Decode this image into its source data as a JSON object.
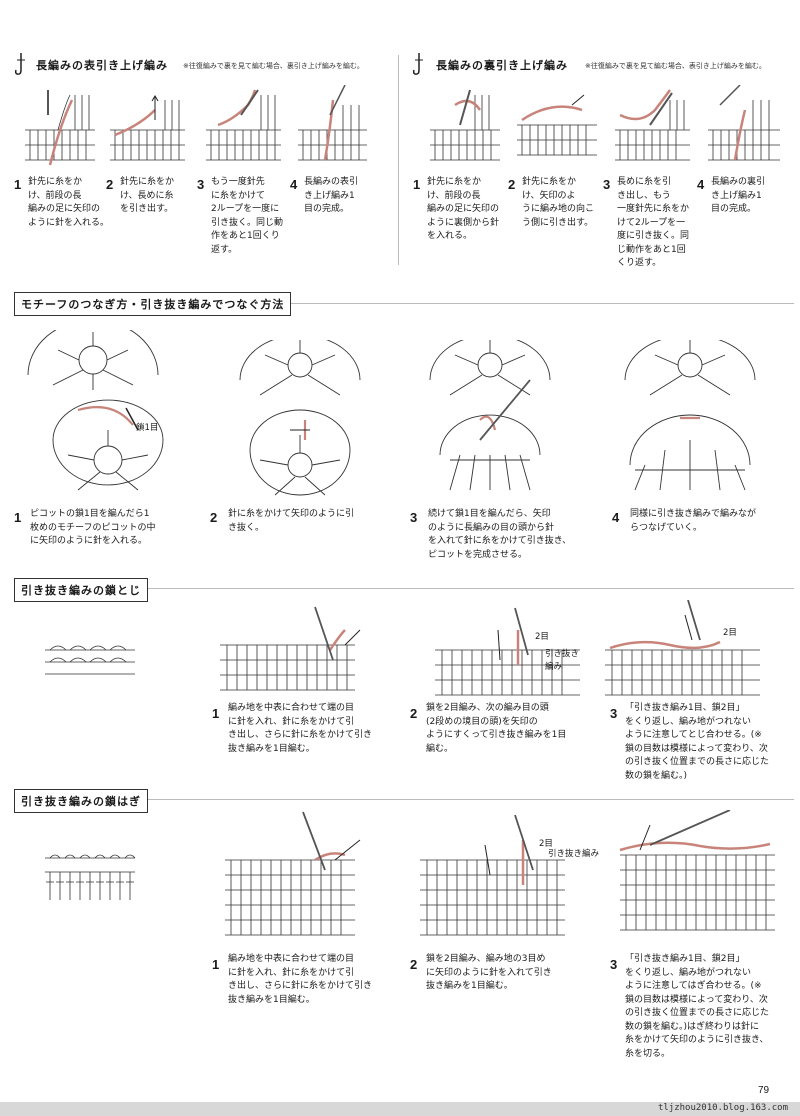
{
  "top_left": {
    "title": "長編みの表引き上げ編み",
    "note": "※往復編みで裏を見て編む場合、裏引き上げ編みを編む。",
    "steps": [
      {
        "num": "1",
        "text": "針先に糸をか\nけ、前段の長\n編みの足に矢印の\nように針を入れる。"
      },
      {
        "num": "2",
        "text": "針先に糸をか\nけ、長めに糸\nを引き出す。"
      },
      {
        "num": "3",
        "text": "もう一度針先\nに糸をかけて\n2ループを一度に\n引き抜く。同じ動\n作をあと1回くり\n返す。"
      },
      {
        "num": "4",
        "text": "長編みの表引\nき上げ編み1\n目の完成。"
      }
    ]
  },
  "top_right": {
    "title": "長編みの裏引き上げ編み",
    "note": "※往復編みで裏を見て編む場合、表引き上げ編みを編む。",
    "steps": [
      {
        "num": "1",
        "text": "針先に糸をか\nけ、前段の長\n編みの足に矢印の\nように裏側から針\nを入れる。"
      },
      {
        "num": "2",
        "text": "針先に糸をか\nけ、矢印のよ\nうに編み地の向こ\nう側に引き出す。"
      },
      {
        "num": "3",
        "text": "長めに糸を引\nき出し、もう\n一度針先に糸をか\nけて2ループを一\n度に引き抜く。同\nじ動作をあと1回\nくり返す。"
      },
      {
        "num": "4",
        "text": "長編みの裏引\nき上げ編み1\n目の完成。"
      }
    ]
  },
  "motif": {
    "title": "モチーフのつなぎ方・引き抜き編みでつなぐ方法",
    "label_chain1": "鎖1目",
    "steps": [
      {
        "num": "1",
        "text": "ピコットの鎖1目を編んだら1\n枚めのモチーフのピコットの中\nに矢印のように針を入れる。"
      },
      {
        "num": "2",
        "text": "針に糸をかけて矢印のように引\nき抜く。"
      },
      {
        "num": "3",
        "text": "続けて鎖1目を編んだら、矢印\nのように長編みの目の頭から針\nを入れて針に糸をかけて引き抜き、\nピコットを完成させる。"
      },
      {
        "num": "4",
        "text": "同様に引き抜き編みで編みなが\nらつなげていく。"
      }
    ]
  },
  "chain_join": {
    "title": "引き抜き編みの鎖とじ",
    "label_2me": "2目",
    "label_hikinuki": "引き抜き\n編み",
    "label_2me_b": "2目",
    "steps": [
      {
        "num": "1",
        "text": "編み地を中表に合わせて端の目\nに針を入れ、針に糸をかけて引\nき出し、さらに針に糸をかけて引き\n抜き編みを1目編む。"
      },
      {
        "num": "2",
        "text": "鎖を2目編み、次の編み目の頭\n(2段めの境目の頭)を矢印の\nようにすくって引き抜き編みを1目\n編む。"
      },
      {
        "num": "3",
        "text": "「引き抜き編み1目、鎖2目」\nをくり返し、編み地がつれない\nように注意してとじ合わせる。(※\n鎖の目数は模様によって変わり、次\nの引き抜く位置までの長さに応じた\n数の鎖を編む。)"
      }
    ]
  },
  "chain_seam": {
    "title": "引き抜き編みの鎖はぎ",
    "label_2me": "2目",
    "label_hikinuki": "引き抜き編み",
    "steps": [
      {
        "num": "1",
        "text": "編み地を中表に合わせて端の目\nに針を入れ、針に糸をかけて引\nき出し、さらに針に糸をかけて引き\n抜き編みを1目編む。"
      },
      {
        "num": "2",
        "text": "鎖を2目編み、編み地の3目め\nに矢印のように針を入れて引き\n抜き編みを1目編む。"
      },
      {
        "num": "3",
        "text": "「引き抜き編み1目、鎖2目」\nをくり返し、編み地がつれない\nように注意してはぎ合わせる。(※\n鎖の目数は模様によって変わり、次\nの引き抜く位置までの長さに応じた\n数の鎖を編む。)はぎ終わりは針に\n糸をかけて矢印のように引き抜き、\n糸を切る。"
      }
    ]
  },
  "page_number": "79",
  "footer_url": "tljzhou2010.blog.163.com",
  "colors": {
    "yarn": "#c8847a",
    "line": "#333333"
  }
}
